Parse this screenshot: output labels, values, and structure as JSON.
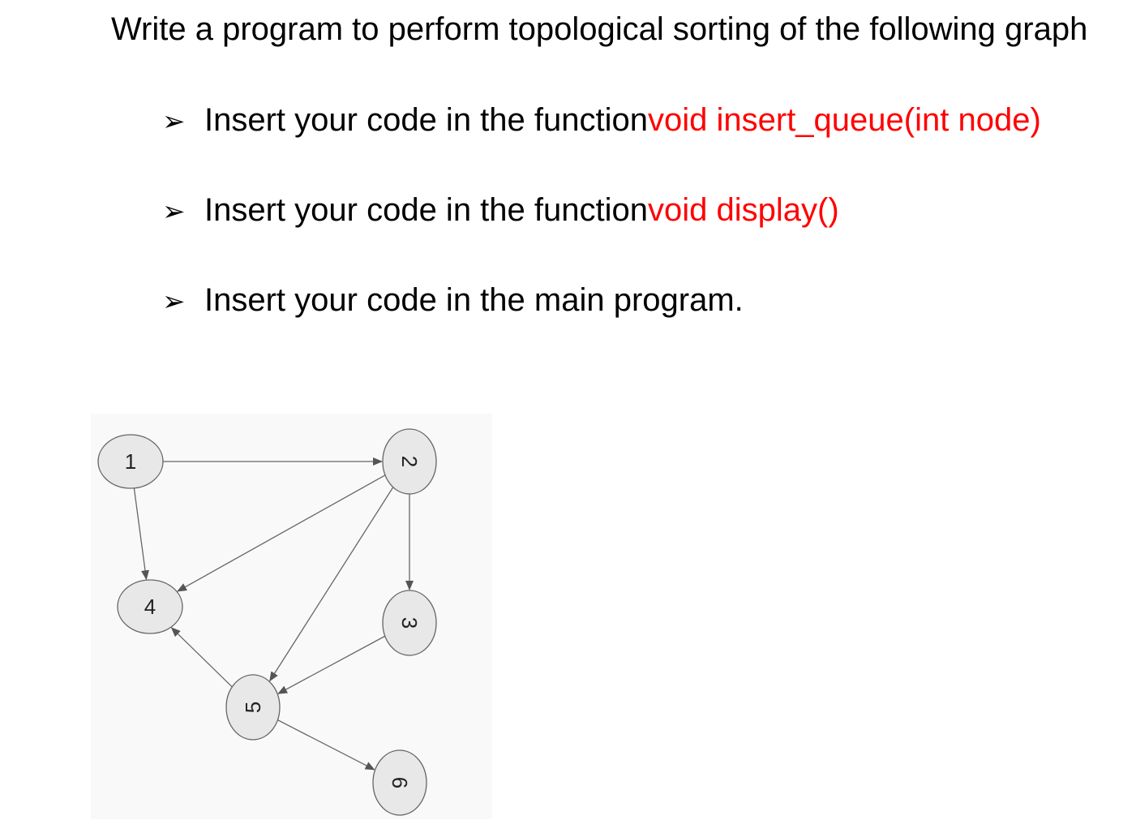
{
  "title": "Write a program to perform topological sorting of the following graph",
  "bullets": [
    {
      "marker": "➢",
      "text": "Insert your code in the function ",
      "code": "void insert_queue(int node)"
    },
    {
      "marker": "➢",
      "text": "Insert your code in the function ",
      "code": "void display()"
    },
    {
      "marker": "➢",
      "text": "Insert your code in the main program.",
      "code": ""
    }
  ],
  "graph": {
    "nodes": [
      {
        "id": "1",
        "label": "1"
      },
      {
        "id": "2",
        "label": "2"
      },
      {
        "id": "3",
        "label": "3"
      },
      {
        "id": "4",
        "label": "4"
      },
      {
        "id": "5",
        "label": "5"
      },
      {
        "id": "6",
        "label": "6"
      }
    ],
    "edges": [
      {
        "from": "1",
        "to": "2"
      },
      {
        "from": "1",
        "to": "4"
      },
      {
        "from": "2",
        "to": "4"
      },
      {
        "from": "2",
        "to": "5"
      },
      {
        "from": "2",
        "to": "3"
      },
      {
        "from": "3",
        "to": "5"
      },
      {
        "from": "5",
        "to": "4"
      },
      {
        "from": "5",
        "to": "6"
      }
    ]
  }
}
